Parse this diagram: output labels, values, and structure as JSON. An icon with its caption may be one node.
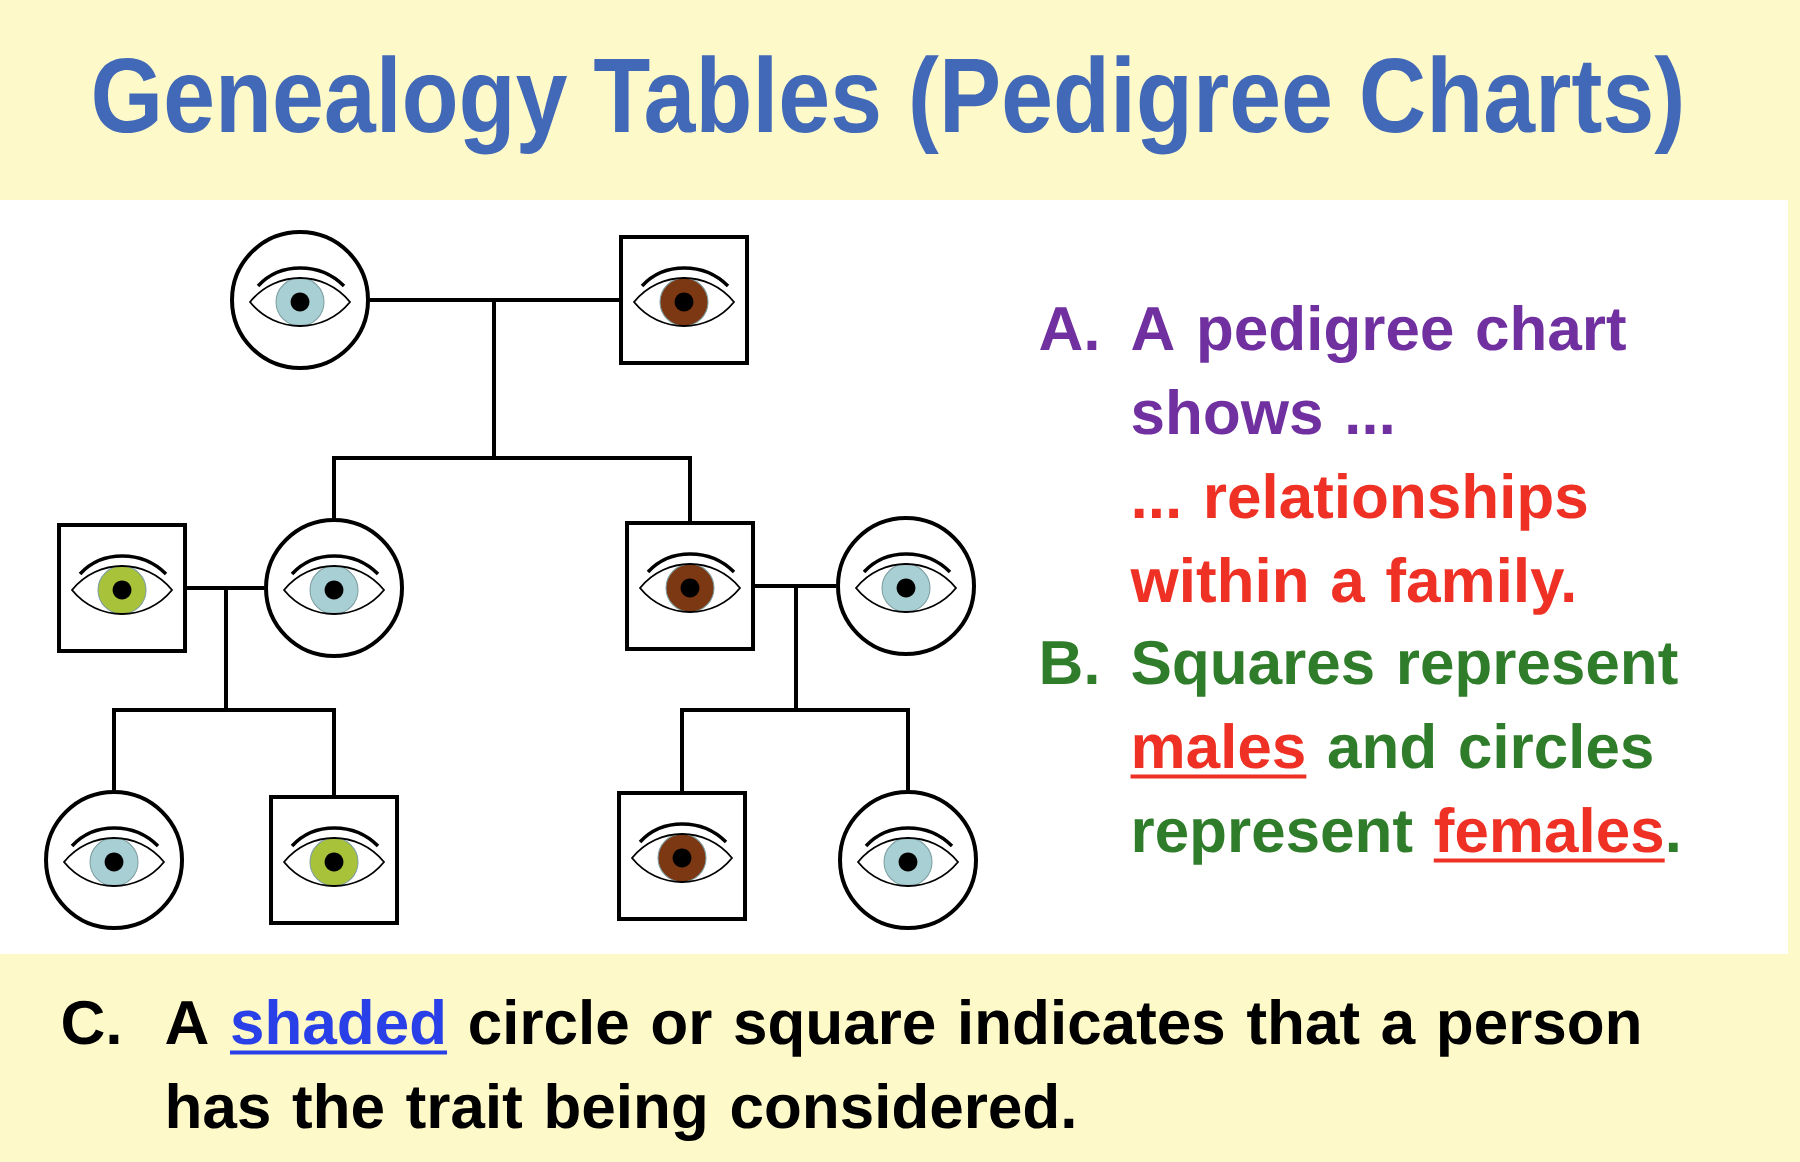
{
  "diagram": {
    "title": "Genealogy Tables (Pedigree Charts)",
    "nodes": [
      {
        "text": [],
        "shape": "circle"
      },
      {
        "text": [],
        "shape": "box"
      },
      {
        "text": [],
        "shape": "box"
      },
      {
        "text": [],
        "shape": "circle"
      },
      {
        "text": [],
        "shape": "box"
      },
      {
        "text": [],
        "shape": "circle"
      },
      {
        "text": [],
        "shape": "circle"
      },
      {
        "text": [],
        "shape": "box"
      },
      {
        "text": [],
        "shape": "box"
      },
      {
        "text": [],
        "shape": "circle"
      }
    ],
    "edges": [
      {
        "from": 0,
        "to": 1,
        "arrow": "none"
      },
      {
        "from": 0,
        "to": 3,
        "arrow": "none"
      },
      {
        "from": 1,
        "to": 3,
        "arrow": "none"
      },
      {
        "from": 0,
        "to": 4,
        "arrow": "none"
      },
      {
        "from": 1,
        "to": 4,
        "arrow": "none"
      },
      {
        "from": 2,
        "to": 3,
        "arrow": "none"
      },
      {
        "from": 2,
        "to": 6,
        "arrow": "none"
      },
      {
        "from": 3,
        "to": 6,
        "arrow": "none"
      },
      {
        "from": 2,
        "to": 7,
        "arrow": "none"
      },
      {
        "from": 3,
        "to": 7,
        "arrow": "none"
      },
      {
        "from": 4,
        "to": 5,
        "arrow": "none"
      },
      {
        "from": 4,
        "to": 8,
        "arrow": "none"
      },
      {
        "from": 5,
        "to": 8,
        "arrow": "none"
      },
      {
        "from": 4,
        "to": 9,
        "arrow": "none"
      },
      {
        "from": 5,
        "to": 9,
        "arrow": "none"
      }
    ],
    "labels": [
      "A.",
      "A pedigree chart shows ...",
      "... relationships within a family.",
      "B.",
      "Squares represent",
      "males",
      "and circles represent",
      "females",
      ".",
      "C.",
      "A",
      "shaded",
      "circle or square indicates that a person has the trait being considered."
    ]
  }
}
